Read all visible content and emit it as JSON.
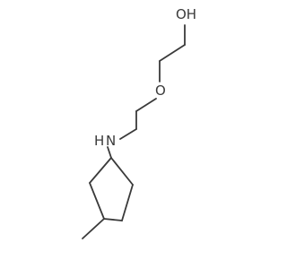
{
  "molecule": {
    "atoms": {
      "hydroxyl": "OH",
      "ether_oxygen": "O",
      "amine": "N",
      "amine_hydrogen": "H"
    }
  },
  "colors": {
    "bond": "#3a3a3a",
    "label": "#3a3a3a",
    "background": "#ffffff"
  }
}
